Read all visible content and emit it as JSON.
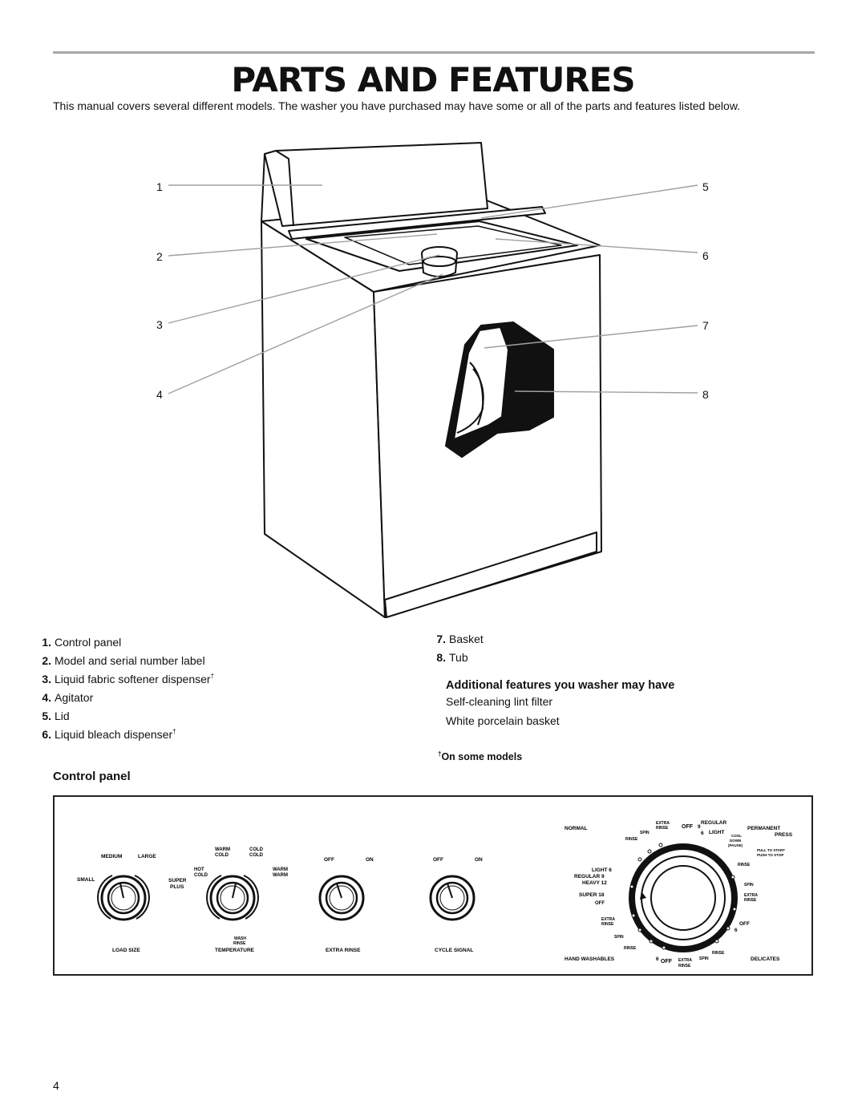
{
  "page": {
    "title": "PARTS AND FEATURES",
    "intro": "This manual covers several different models. The washer you have purchased may have some or all of the parts and features listed below.",
    "page_number": "4"
  },
  "callouts": [
    "1",
    "2",
    "3",
    "4",
    "5",
    "6",
    "7",
    "8"
  ],
  "parts_left": [
    {
      "num": "1.",
      "label": "Control panel",
      "dagger": ""
    },
    {
      "num": "2.",
      "label": "Model and serial number label",
      "dagger": ""
    },
    {
      "num": "3.",
      "label": "Liquid fabric softener dispenser",
      "dagger": "†"
    },
    {
      "num": "4.",
      "label": "Agitator",
      "dagger": ""
    },
    {
      "num": "5.",
      "label": "Lid",
      "dagger": ""
    },
    {
      "num": "6.",
      "label": "Liquid bleach dispenser",
      "dagger": "†"
    }
  ],
  "parts_right": [
    {
      "num": "7.",
      "label": "Basket"
    },
    {
      "num": "8.",
      "label": "Tub"
    }
  ],
  "additional": {
    "heading": "Additional features you washer may have",
    "items": [
      "Self-cleaning lint filter",
      "White porcelain basket"
    ]
  },
  "note": {
    "dagger": "†",
    "text": "On some models"
  },
  "control_panel": {
    "heading": "Control panel",
    "load_size": {
      "caption": "LOAD SIZE",
      "medium": "MEDIUM",
      "large": "LARGE",
      "small": "SMALL",
      "super": "SUPER",
      "plus": "PLUS"
    },
    "temperature": {
      "caption": "TEMPERATURE",
      "warm": "WARM",
      "cold": "COLD",
      "cold_b": "COLD",
      "hot": "HOT",
      "warm_b": "WARM",
      "cold_c": "COLD",
      "warm_c": "WARM",
      "wash": "WASH",
      "rinse": "RINSE"
    },
    "extra_rinse": {
      "caption": "EXTRA RINSE",
      "off": "OFF",
      "on": "ON"
    },
    "cycle_signal": {
      "caption": "CYCLE SIGNAL",
      "off": "OFF",
      "on": "ON"
    },
    "cycle_dial": {
      "normal": "NORMAL",
      "extra": "EXTRA",
      "rinse": "RINSE",
      "off": "OFF",
      "regular": "REGULAR",
      "light": "LIGHT",
      "permanent": "PERMANENT",
      "press": "PRESS",
      "spin": "SPIN",
      "cool": "COOL",
      "down": "DOWN",
      "pause": "(PAUSE)",
      "pull_to_start": "PULL TO START",
      "push_to_stop": "PUSH TO STOP",
      "light6": "LIGHT 6",
      "regular9": "REGULAR 9",
      "heavy12": "HEAVY 12",
      "super18": "SUPER 18",
      "hand_washables": "HAND WASHABLES",
      "delicates": "DELICATES",
      "n9": "9",
      "n6": "6"
    }
  }
}
